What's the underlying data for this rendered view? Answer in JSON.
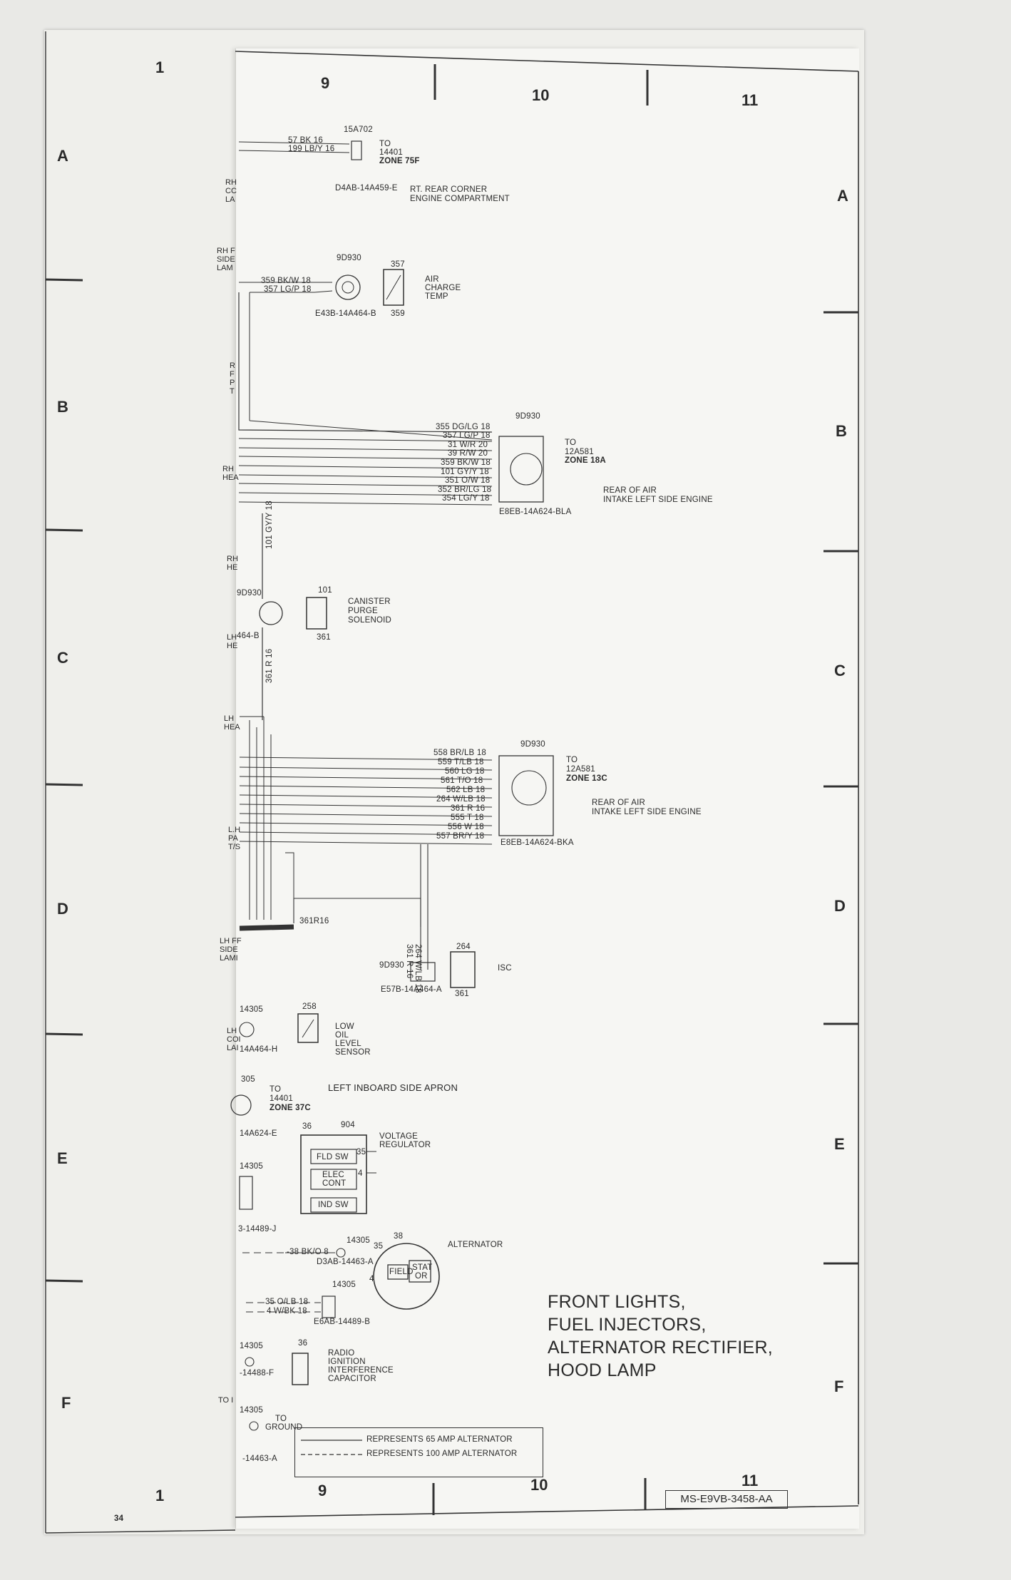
{
  "zones_top": {
    "left": "1",
    "c9": "9",
    "c10": "10",
    "c11": "11"
  },
  "zones_bottom": {
    "left": "1",
    "c9": "9",
    "c10": "10",
    "c11": "11"
  },
  "rows_left": [
    "A",
    "B",
    "C",
    "D",
    "E",
    "F"
  ],
  "rows_right": [
    "A",
    "B",
    "C",
    "D",
    "E",
    "F"
  ],
  "left_edge_labels": [
    "RH",
    "CC",
    "LA",
    "RH F",
    "SIDE",
    "LAM",
    "R",
    "F",
    "P",
    "T",
    "RH",
    "HEA",
    "RH",
    "HE",
    "LH",
    "HE",
    "LH",
    "HEA",
    "L.H",
    "PA",
    "T/S",
    "LH FF",
    "SIDE",
    "LAMI",
    "LH",
    "COI",
    "LAI",
    "TO I"
  ],
  "connector_a": {
    "wires": [
      "57 BK 16",
      "199 LB/Y 16"
    ],
    "part": "15A702",
    "to": "TO",
    "to_num": "14401",
    "zone": "ZONE 75F",
    "code": "D4AB-14A459-E",
    "location1": "RT. REAR CORNER",
    "location2": "ENGINE COMPARTMENT"
  },
  "air_charge": {
    "wires": [
      "359 BK/W 18",
      "357 LG/P 18"
    ],
    "connector": "9D930",
    "code": "E43B-14A464-B",
    "pin_top": "357",
    "pin_bottom": "359",
    "name1": "AIR",
    "name2": "CHARGE",
    "name3": "TEMP"
  },
  "connector_18a": {
    "wires": [
      "355 DG/LG 18",
      "357 LG/P 18",
      "31 W/R 20",
      "39 R/W 20",
      "359 BK/W 18",
      "101 GY/Y 18",
      "351 O/W 18",
      "352 BR/LG 18",
      "354 LG/Y 18"
    ],
    "connector": "9D930",
    "to": "TO",
    "to_num": "12A581",
    "zone": "ZONE 18A",
    "loc1": "REAR OF AIR",
    "loc2": "INTAKE LEFT SIDE ENGINE",
    "code": "E8EB-14A624-BLA"
  },
  "canister": {
    "vertical_wire": "101 GY/Y 18",
    "connector": "9D930",
    "code": "464-B",
    "pin_top": "101",
    "pin_bottom": "361",
    "name1": "CANISTER",
    "name2": "PURGE",
    "name3": "SOLENOID",
    "vertical_wire2": "361 R 16"
  },
  "connector_13c": {
    "wires": [
      "558 BR/LB 18",
      "559 T/LB 18",
      "560 LG 18",
      "561 T/O 18",
      "562 LB 18",
      "264 W/LB 18",
      "361 R 16",
      "555 T 18",
      "556 W 18",
      "557 BR/Y 18"
    ],
    "connector": "9D930",
    "to": "TO",
    "to_num": "12A581",
    "zone": "ZONE 13C",
    "loc1": "REAR OF AIR",
    "loc2": "INTAKE LEFT SIDE ENGINE",
    "code": "E8EB-14A624-BKA"
  },
  "splice": {
    "label": "361R16",
    "vert1": "264 W/LB 18",
    "vert2": "361 R 16"
  },
  "isc": {
    "connector": "9D930",
    "code": "E57B-14A464-A",
    "pin_top": "264",
    "pin_bottom": "361",
    "name": "ISC"
  },
  "oil_sensor": {
    "part_left": "14305",
    "code_left": "14A464-H",
    "pin": "258",
    "name1": "LOW",
    "name2": "OIL",
    "name3": "LEVEL",
    "name4": "SENSOR"
  },
  "apron": {
    "part": "305",
    "to": "TO",
    "to_num": "14401",
    "zone": "ZONE 37C",
    "text": "LEFT INBOARD SIDE APRON",
    "code": "14A624-E"
  },
  "regulator": {
    "pin36": "36",
    "pin904": "904",
    "pin35": "35",
    "pin4": "4",
    "fld": "FLD SW",
    "elec1": "ELEC",
    "elec2": "CONT",
    "ind": "IND SW",
    "name1": "VOLTAGE",
    "name2": "REGULATOR",
    "part_left": "14305",
    "code_left": "3-14489-J"
  },
  "alternator": {
    "wire": "-38 BK/O 8",
    "part": "14305",
    "code": "D3AB-14463-A",
    "pin38": "38",
    "pin35": "35",
    "pin4": "4",
    "field": "FIELD",
    "stat1": "STAT",
    "stat2": "OR",
    "name": "ALTERNATOR"
  },
  "regulator_conn": {
    "wires": [
      "35 O/LB 18",
      "4 W/BK 18"
    ],
    "part": "14305",
    "code": "E6AB-14489-B"
  },
  "capacitor": {
    "part_left": "14305",
    "code_left": "-14488-F",
    "pin": "36",
    "name1": "RADIO",
    "name2": "IGNITION",
    "name3": "INTERFERENCE",
    "name4": "CAPACITOR"
  },
  "ground": {
    "part": "14305",
    "to1": "TO",
    "to2": "GROUND",
    "code": "-14463-A",
    "to_left": "TO I"
  },
  "legend": {
    "line1": "REPRESENTS  65 AMP ALTERNATOR",
    "line2": "REPRESENTS  100 AMP ALTERNATOR"
  },
  "title": {
    "line1": "FRONT LIGHTS,",
    "line2": "FUEL INJECTORS,",
    "line3": "ALTERNATOR RECTIFIER,",
    "line4": "HOOD LAMP"
  },
  "sheet_code": "MS-E9VB-3458-AA",
  "page_number": "34"
}
